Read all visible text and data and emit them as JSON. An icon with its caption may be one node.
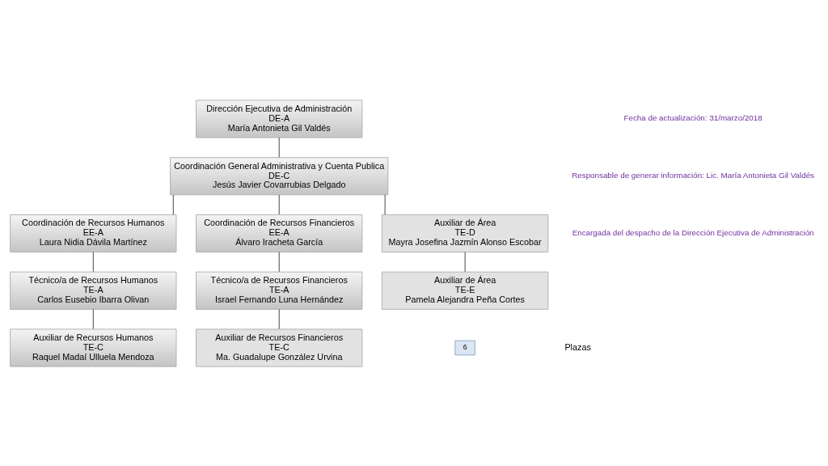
{
  "diagram": {
    "nodes": [
      {
        "text": [
          "Dirección Ejecutiva de Administración",
          "DE-A",
          "María Antonieta Gil Valdés"
        ]
      },
      {
        "text": [
          "Coordinación General Administrativa y Cuenta Publica",
          "DE-C",
          "Jesús Javier Covarrubias Delgado"
        ]
      },
      {
        "text": [
          "Coordinación de Recursos Humanos",
          "EE-A",
          "Laura Nidia Dávila Martínez"
        ]
      },
      {
        "text": [
          "Coordinación de Recursos Financieros",
          "EE-A",
          "Álvaro Iracheta García"
        ]
      },
      {
        "text": [
          "Técnico/a de Recursos Humanos",
          "TE-A",
          "Carlos Eusebio Ibarra Olivan"
        ]
      },
      {
        "text": [
          "Técnico/a de Recursos Financieros",
          "TE-A",
          "Israel Fernando Luna Hernández"
        ]
      },
      {
        "text": [
          "Auxiliar de Área",
          "TE-D",
          "Mayra Josefina Jazmín Alonso Escobar"
        ]
      },
      {
        "text": [
          "Auxiliar de Recursos Humanos",
          "TE-C",
          "Raquel Madaí Ulluela Mendoza"
        ]
      },
      {
        "text": [
          "Auxiliar de Recursos Financieros",
          "TE-C",
          "Ma. Guadalupe González Urvina"
        ]
      },
      {
        "text": [
          "Auxiliar de Área",
          "TE-E",
          "Pamela Alejandra Peña Cortes"
        ]
      }
    ],
    "edges": [
      {
        "from": 0,
        "to": 1,
        "arrow": "none"
      },
      {
        "from": 1,
        "to": 2,
        "arrow": "none"
      },
      {
        "from": 1,
        "to": 3,
        "arrow": "none"
      },
      {
        "from": 1,
        "to": 6,
        "arrow": "none"
      },
      {
        "from": 2,
        "to": 4,
        "arrow": "none"
      },
      {
        "from": 3,
        "to": 5,
        "arrow": "none"
      },
      {
        "from": 4,
        "to": 7,
        "arrow": "none"
      },
      {
        "from": 5,
        "to": 8,
        "arrow": "none"
      },
      {
        "from": 6,
        "to": 9,
        "arrow": "none"
      }
    ],
    "labels": [
      "Fecha de actualización: 31/marzo/2018",
      "Responsable de generar información: Lic. María Antonieta Gil Valdés",
      "Encargada del despacho de la Dirección Ejecutiva de Administración",
      "6",
      "Plazas"
    ]
  }
}
